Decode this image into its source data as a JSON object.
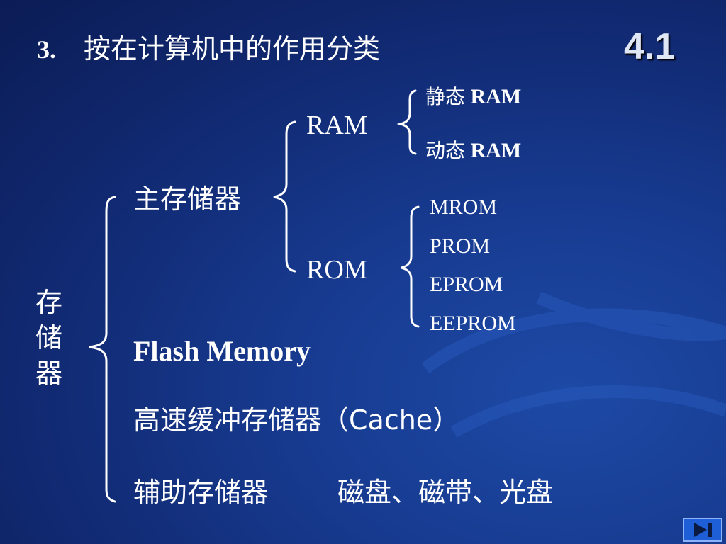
{
  "title": {
    "number": "3.",
    "text": "按在计算机中的作用分类"
  },
  "section_number": "4.1",
  "root": "存储器",
  "level1": {
    "main_memory": "主存储器",
    "flash": "Flash  Memory",
    "cache": "高速缓冲存储器（Cache）",
    "auxiliary": "辅助存储器",
    "auxiliary_examples": "磁盘、磁带、光盘"
  },
  "main_memory_children": {
    "ram": "RAM",
    "rom": "ROM"
  },
  "ram_types": {
    "static_cn": "静态",
    "static_en": "RAM",
    "dynamic_cn": "动态",
    "dynamic_en": "RAM"
  },
  "rom_types": [
    "MROM",
    "PROM",
    "EPROM",
    "EEPROM"
  ],
  "colors": {
    "text": "#ffffff",
    "background": "#112a73",
    "brace": "#ffffff"
  },
  "icons": {
    "nav": "next-slide-icon"
  }
}
